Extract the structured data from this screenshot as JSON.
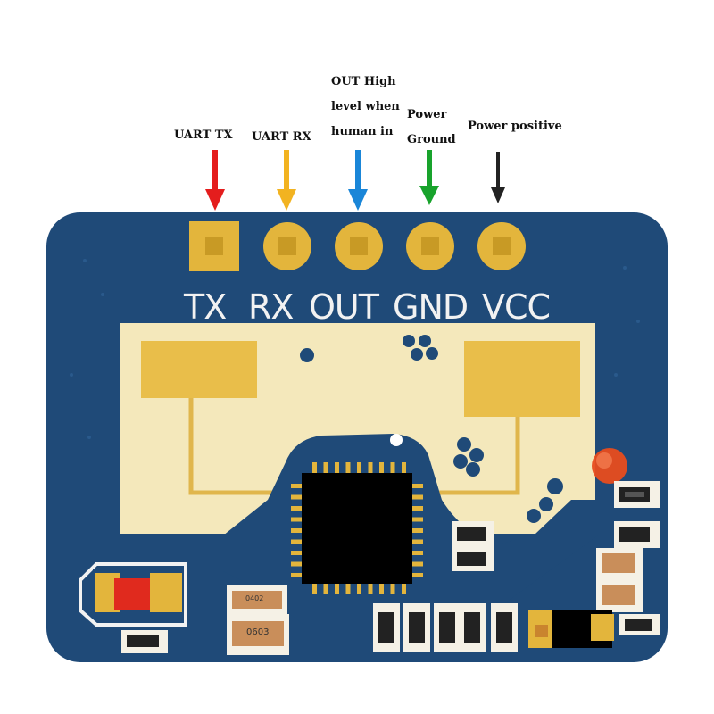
{
  "annotations": [
    {
      "id": "tx",
      "lines": [
        "UART TX"
      ],
      "arrow_color": "#e41d1d"
    },
    {
      "id": "rx",
      "lines": [
        "UART RX"
      ],
      "arrow_color": "#f2b321"
    },
    {
      "id": "out",
      "lines": [
        "OUT High",
        "level when",
        "human in"
      ],
      "arrow_color": "#1a86d8"
    },
    {
      "id": "gnd",
      "lines": [
        "Power",
        "Ground"
      ],
      "arrow_color": "#18a32c"
    },
    {
      "id": "vcc",
      "lines": [
        "Power positive"
      ],
      "arrow_color": "#222222"
    }
  ],
  "pins": [
    "TX",
    "RX",
    "OUT",
    "GND",
    "VCC"
  ],
  "components": {
    "cap_0402": "0402",
    "cap_0603": "0603"
  },
  "colors": {
    "pcb": "#1f4a78",
    "pad_gold": "#e3b53c",
    "antenna_area": "#f4e8bb",
    "antenna_pad": "#e9be4a",
    "chip": "#000000",
    "led": "#e84c1e"
  }
}
